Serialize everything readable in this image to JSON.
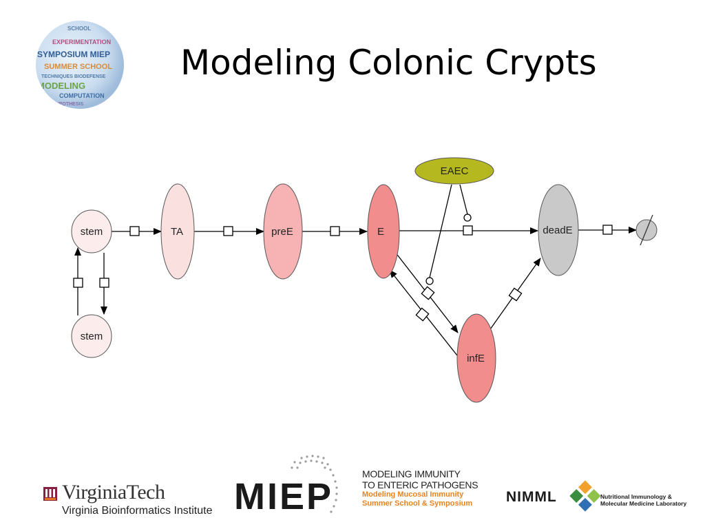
{
  "slide": {
    "title": "Modeling Colonic Crypts"
  },
  "globe_logo": {
    "words": [
      "SCHOOL",
      "EXPERIMENTATION",
      "SYMPOSIUM MIEP",
      "SUMMER SCHOOL",
      "TECHNIQUES BIODEFENSE",
      "MODELING",
      "COMPUTATION",
      "HYPOTHESIS"
    ]
  },
  "diagram": {
    "nodes": [
      {
        "id": "stem1",
        "label": "stem",
        "fill": "#fcecec"
      },
      {
        "id": "stem2",
        "label": "stem",
        "fill": "#fcecec"
      },
      {
        "id": "TA",
        "label": "TA",
        "fill": "#fbe0e0"
      },
      {
        "id": "preE",
        "label": "preE",
        "fill": "#f7b3b3"
      },
      {
        "id": "E",
        "label": "E",
        "fill": "#f28d8d"
      },
      {
        "id": "EAEC",
        "label": "EAEC",
        "fill": "#b5b81e"
      },
      {
        "id": "deadE",
        "label": "deadE",
        "fill": "#c9c9c9"
      },
      {
        "id": "infE",
        "label": "infE",
        "fill": "#f28d8d"
      },
      {
        "id": "sink",
        "label": "",
        "fill": "#c9c9c9"
      }
    ],
    "colors": {
      "edge": "#000000",
      "node_stroke": "#555555"
    }
  },
  "footer": {
    "vt_name": "VirginiaTech",
    "vt_sub": "Virginia Bioinformatics Institute",
    "miep_acronym": "MIEP",
    "miep_line1": "MODELING IMMUNITY",
    "miep_line2": "TO ENTERIC PATHOGENS",
    "miep_line3": "Modeling Mucosal Immunity",
    "miep_line4": "Summer School & Symposium",
    "nimml_acronym": "NIMML",
    "nimml_sub": "Nutritional Immunology & Molecular Medicine Laboratory",
    "colors": {
      "vt_maroon": "#861f41",
      "miep_orange": "#e8821e"
    }
  }
}
